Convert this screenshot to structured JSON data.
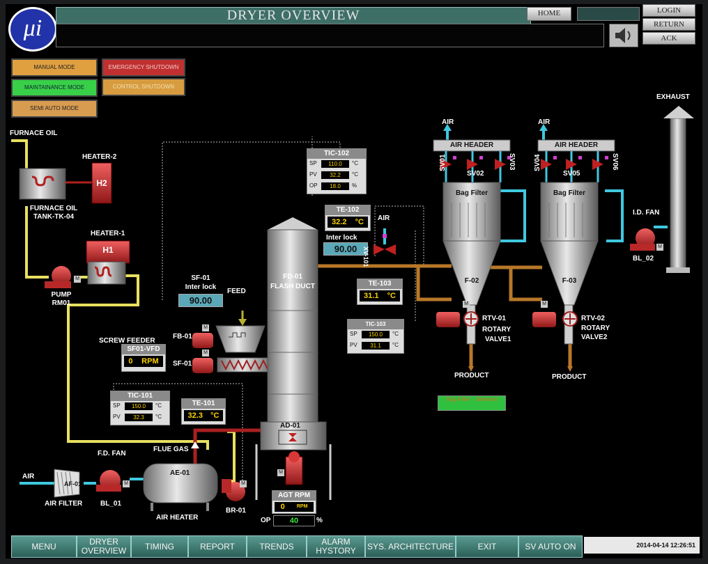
{
  "header": {
    "title": "DRYER OVERVIEW",
    "home": "HOME",
    "login": "LOGIN",
    "return": "RETURN",
    "ack": "ACK",
    "logo_text": "μi"
  },
  "modes": {
    "manual": "MANUAL MODE",
    "maintainance": "MAINTAINANCE MODE",
    "semi_auto": "SEMI AUTO MODE",
    "emergency": "EMERGENCY SHUTDOWN",
    "control": "CONTROL SHUTDOWN"
  },
  "labels": {
    "furnace_oil": "FURNACE OIL",
    "heater2": "HEATER-2",
    "h2": "H2",
    "furnace_tank_1": "FURNACE OIL",
    "furnace_tank_2": "TANK-TK-04",
    "heater1": "HEATER-1",
    "h1": "H1",
    "pump_1": "PUMP",
    "pump_2": "RM01",
    "sf01_1": "SF-01",
    "sf01_2": "Inter lock",
    "feed": "FEED",
    "fb01": "FB-01",
    "sf01": "SF-01",
    "screw_feeder": "SCREW FEEDER",
    "sf01_vfd": "SF01-VFD",
    "fd01_1": "FD-01",
    "fd01_2": "FLASH DUCT",
    "interlock": "Inter lock",
    "air": "AIR",
    "xv101": "XV-101",
    "flue_gas": "FLUE GAS",
    "fd_fan": "F.D. FAN",
    "air_in": "AIR",
    "af01": "AF-01",
    "air_filter": "AIR FILTER",
    "bl01": "BL_01",
    "ae01": "AE-01",
    "air_heater": "AIR HEATER",
    "br01": "BR-01",
    "ad01": "AD-01",
    "agt_rpm": "AGT RPM",
    "op": "OP",
    "air1": "AIR",
    "air2": "AIR",
    "air_header1": "AIR HEADER",
    "air_header2": "AIR HEADER",
    "sv01": "SV01",
    "sv02": "SV02",
    "sv03": "SV03",
    "sv04": "SV04",
    "sv05": "SV05",
    "sv06": "SV06",
    "bag_filter1": "Bag Filter",
    "bag_filter2": "Bag Filter",
    "f02": "F-02",
    "f03": "F-03",
    "rtv01": "RTV-01",
    "rotary1_1": "ROTARY",
    "rotary1_2": "VALVE1",
    "rtv02": "RTV-02",
    "rotary2_1": "ROTARY",
    "rotary2_2": "VALVE2",
    "product1": "PRODUCT",
    "product2": "PRODUCT",
    "exhaust": "EXHAUST",
    "id_fan": "I.D. FAN",
    "bl02": "BL_02",
    "bag_filter_status": "Bag Filter - Selected"
  },
  "tic102": {
    "title": "TIC-102",
    "sp": "110.0",
    "pv": "32.2",
    "op": "18.0",
    "unit_c": "°C",
    "unit_p": "%"
  },
  "te102": {
    "title": "TE-102",
    "value": "32.2",
    "unit": "°C"
  },
  "interlock_value": "90.00",
  "sf01_value": "90.00",
  "te103": {
    "title": "TE-103",
    "value": "31.1",
    "unit": "°C"
  },
  "tic103": {
    "title": "TIC-103",
    "sp": "150.0",
    "pv": "31.1",
    "unit": "°C"
  },
  "sf01_vfd": {
    "value": "0",
    "unit": "RPM"
  },
  "tic101": {
    "title": "TIC-101",
    "sp": "150.0",
    "pv": "32.3",
    "unit": "°C"
  },
  "te101": {
    "title": "TE-101",
    "value": "32.3",
    "unit": "°C"
  },
  "agt": {
    "rpm": "0",
    "rpm_unit": "RPM",
    "op": "40",
    "op_unit": "%"
  },
  "row_keys": {
    "sp": "SP",
    "pv": "PV",
    "op": "OP"
  },
  "motor_m": "M",
  "nav": {
    "menu": "MENU",
    "dryer_1": "DRYER",
    "dryer_2": "OVERVIEW",
    "timing": "TIMING",
    "report": "REPORT",
    "trends": "TRENDS",
    "alarm_1": "ALARM",
    "alarm_2": "HYSTORY",
    "sys_arch": "SYS. ARCHITECTURE",
    "exit": "EXIT",
    "sv_auto": "SV AUTO ON"
  },
  "datetime": "2014-04-14 12:26:51",
  "colors": {
    "pipe_yellow": "#e8e060",
    "pipe_brown": "#b87828",
    "pipe_cyan": "#40c8e0",
    "pipe_red": "#c02020",
    "motor_red": "#d83838"
  }
}
